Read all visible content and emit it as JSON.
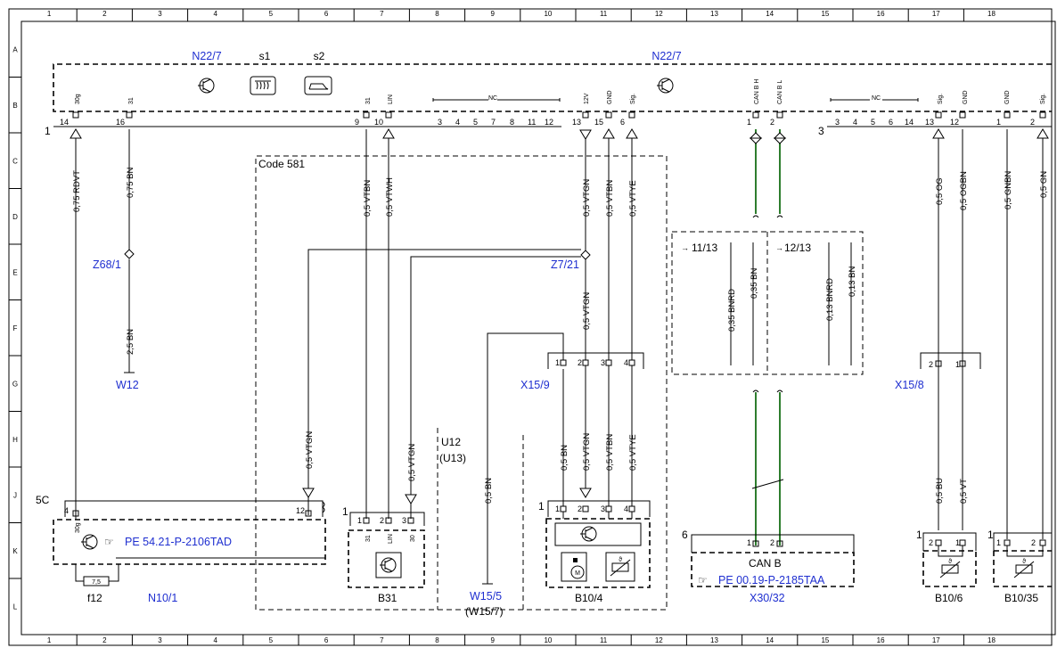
{
  "grid": {
    "cols": [
      "1",
      "2",
      "3",
      "4",
      "5",
      "6",
      "7",
      "8",
      "9",
      "10",
      "11",
      "12",
      "13",
      "14",
      "15",
      "16",
      "17",
      "18"
    ],
    "rows": [
      "A",
      "B",
      "C",
      "D",
      "E",
      "F",
      "G",
      "H",
      "J",
      "K",
      "L"
    ]
  },
  "components": {
    "n22_7_left": "N22/7",
    "n22_7_right": "N22/7",
    "s1": "s1",
    "s2": "s2",
    "z68_1": "Z68/1",
    "w12": "W12",
    "z7_21": "Z7/21",
    "x15_9": "X15/9",
    "x15_8": "X15/8",
    "code_581": "Code 581",
    "u12": "U12",
    "u13": "(U13)",
    "n10_1": "N10/1",
    "f12": "f12",
    "fuse_value": "7,5",
    "pe_n10": "PE 54.21-P-2106TAD",
    "b31": "B31",
    "w15_5": "W15/5",
    "w15_7": "(W15/7)",
    "b10_4": "B10/4",
    "can_b": "CAN B",
    "pe_can": "PE 00.19-P-2185TAA",
    "x30_32": "X30/32",
    "b10_6": "B10/6",
    "b10_35": "B10/35",
    "ref_11_13": "11/13",
    "ref_12_13": "12/13"
  },
  "connector_numbers": {
    "main_left": "1",
    "main_right": "3",
    "n10_conn": "5C",
    "b31_conn": "1",
    "b10_4_conn": "1",
    "x30_conn": "6",
    "b10_6_conn": "1",
    "b10_35_conn": "1"
  },
  "wires": {
    "rdvt": "0,75 RDVT",
    "bn075": "0,75 BN",
    "bn25": "2,5 BN",
    "vtbn_top": "0,5 VTBN",
    "vtwh": "0,5 VTWH",
    "vtgn_top": "0,5 VTGN",
    "vtbn_r": "0,5 VTBN",
    "vtye_r": "0,5 VTYE",
    "vtgn_mid": "0,5 VTGN",
    "vtgn_left": "0,5 VTGN",
    "vtgn_mid2": "0,5 VTGN",
    "bn_w15": "0,5 BN",
    "bn_b10_4": "0,5 BN",
    "vtgn_b10_4": "0,5 VTGN",
    "vtbn_b10_4": "0,5 VTBN",
    "vtye_b10_4": "0,5 VTYE",
    "bnrd_035": "0,35 BNRD",
    "bn_035": "0,35 BN",
    "bnrd_013": "0,13 BNRD",
    "bn_013": "0,13 BN",
    "og": "0,5 OG",
    "ogbn": "0,5 OGBN",
    "gnbn": "0,5 GNBN",
    "gn": "0,5 GN",
    "bu": "0,5 BU",
    "vt": "0,5 VT"
  },
  "pins_left": {
    "p14": "14",
    "p14_name": "30g",
    "p16": "16",
    "p16_name": "31",
    "p9": "9",
    "p9_name": "31",
    "p10": "10",
    "p10_name": "LIN",
    "nc_list": [
      "3",
      "4",
      "5",
      "7",
      "8",
      "11",
      "12"
    ],
    "nc": "NC",
    "p13": "13",
    "p13_name": "12V",
    "p15": "15",
    "p15_name": "GND",
    "p6": "6",
    "p6_name": "Sig."
  },
  "pins_right": {
    "p1": "1",
    "p1_name": "CAN B H",
    "p2": "2",
    "p2_name": "CAN B L",
    "nc_list": [
      "3",
      "4",
      "5",
      "6",
      "14"
    ],
    "nc": "NC",
    "p13": "13",
    "p13_name": "Sig.",
    "p12": "12",
    "p12_name": "GND",
    "p1b": "1",
    "p1b_name": "GND",
    "p2b": "2",
    "p2b_name": "Sig."
  },
  "small_pins": {
    "n10_4": "4",
    "n10_4_name": "30g",
    "n10_12": "12",
    "b31_1": "1",
    "b31_2": "2",
    "b31_3": "3",
    "b31_1_name": "31",
    "b31_2_name": "LIN",
    "b31_3_name": "30",
    "x15_9_pins": [
      "1",
      "2",
      "3",
      "4"
    ],
    "b10_4_pins": [
      "1",
      "2",
      "3",
      "4"
    ],
    "x30_pins": [
      "1",
      "2"
    ],
    "x15_8_pins": [
      "2",
      "1"
    ],
    "b10_6_pins": [
      "2",
      "1"
    ],
    "b10_35_pins": [
      "1",
      "2"
    ],
    "motor": "M",
    "theta": "ϑ"
  }
}
